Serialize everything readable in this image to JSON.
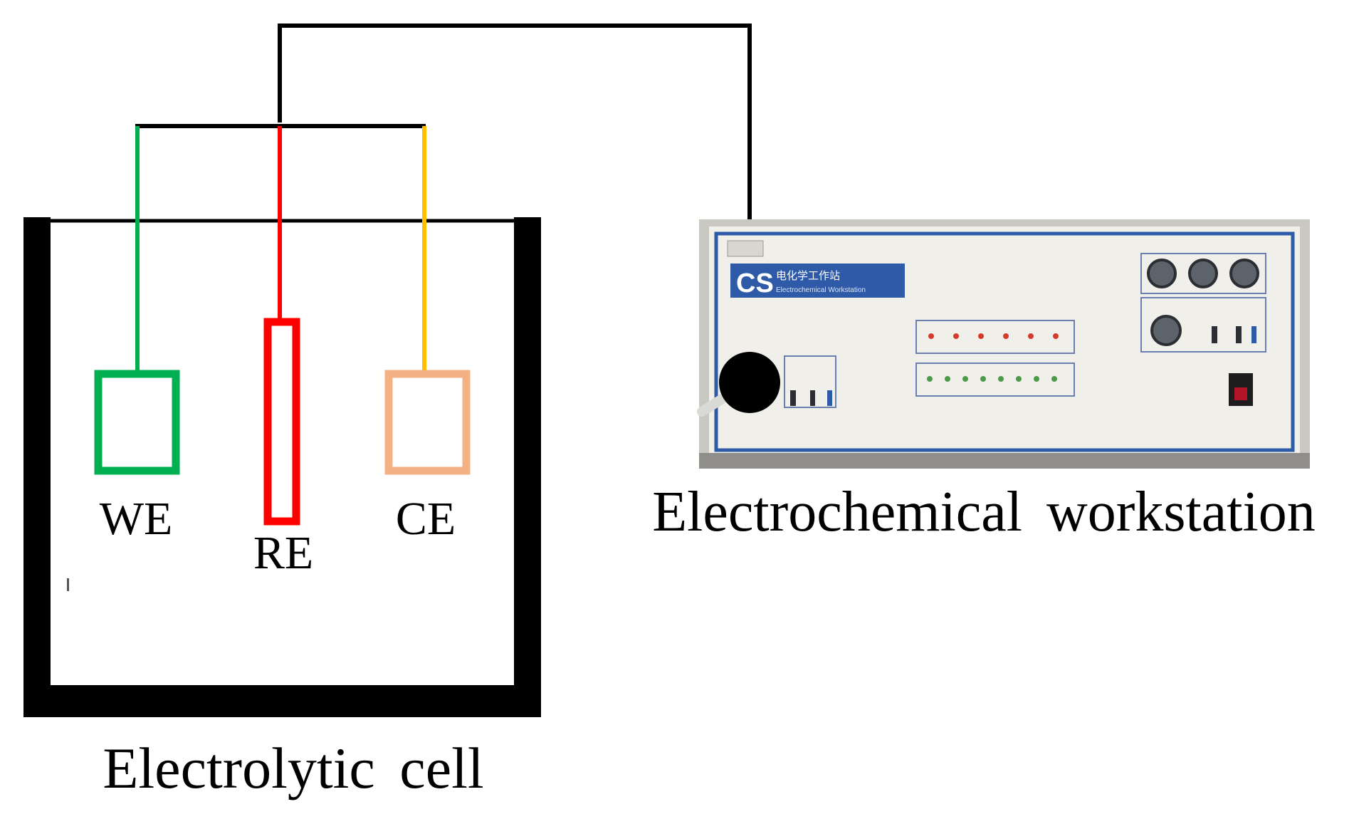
{
  "diagram": {
    "cell_label": "Electrolytic cell",
    "workstation_label": "Electrochemical workstation",
    "electrodes": [
      {
        "id": "we",
        "label": "WE",
        "color": "#00b050"
      },
      {
        "id": "re",
        "label": "RE",
        "color": "#ff0000"
      },
      {
        "id": "ce",
        "label": "CE",
        "color": "#ffc000",
        "plate_color": "#f4b183"
      }
    ],
    "wire_color": "#000000",
    "device": {
      "panel_color": "#f1efe9",
      "frame_color": "#2f5aa8",
      "logo_text": "CS",
      "logo_subtitle": "电化学工作站",
      "logo_caption": "Electrochemical Workstation"
    }
  }
}
